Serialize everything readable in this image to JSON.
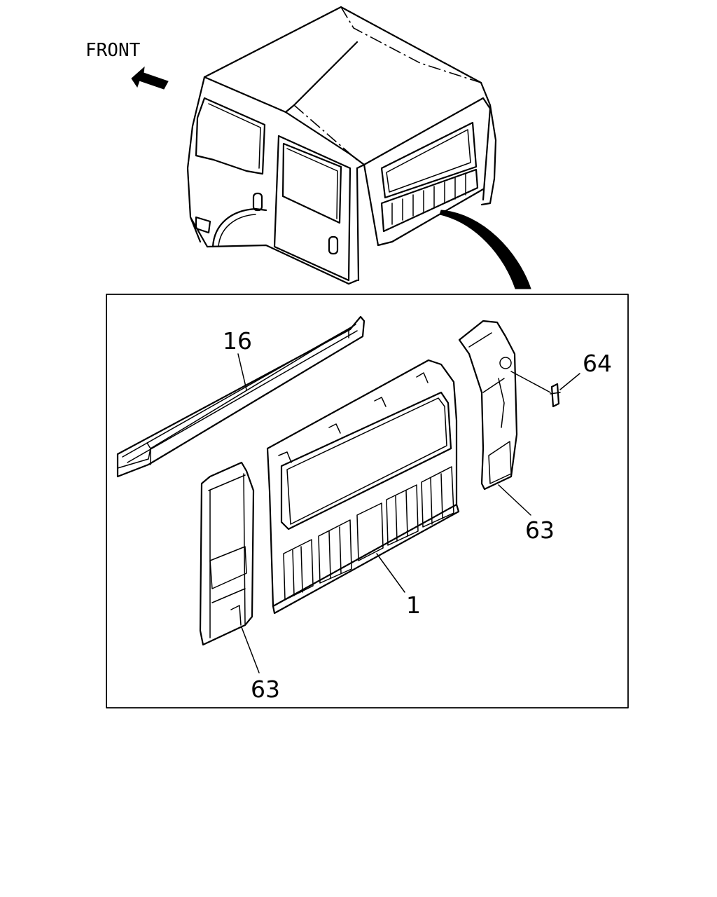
{
  "orientation": {
    "label": "FRONT",
    "icon": "front-arrow-icon"
  },
  "callouts": [
    {
      "id": "callout-16",
      "text": "16"
    },
    {
      "id": "callout-64",
      "text": "64"
    },
    {
      "id": "callout-63-right",
      "text": "63"
    },
    {
      "id": "callout-1",
      "text": "1"
    },
    {
      "id": "callout-63-left",
      "text": "63"
    }
  ]
}
